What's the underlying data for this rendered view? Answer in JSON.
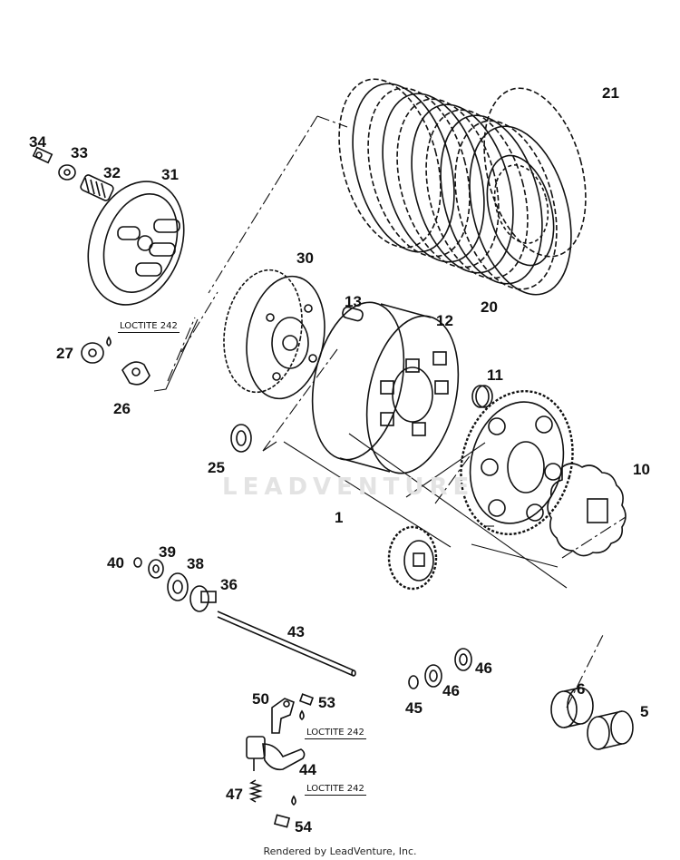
{
  "labels": {
    "l1": "1",
    "l5": "5",
    "l6": "6",
    "l10": "10",
    "l11": "11",
    "l12": "12",
    "l13": "13",
    "l20": "20",
    "l21": "21",
    "l25": "25",
    "l26": "26",
    "l27": "27",
    "l30": "30",
    "l31": "31",
    "l32": "32",
    "l33": "33",
    "l34": "34",
    "l36": "36",
    "l38": "38",
    "l39": "39",
    "l40": "40",
    "l43": "43",
    "l44": "44",
    "l45": "45",
    "l46a": "46",
    "l46b": "46",
    "l47": "47",
    "l50": "50",
    "l53": "53",
    "l54": "54"
  },
  "loctite": {
    "a": "LOCTITE 242",
    "b": "LOCTITE 242",
    "c": "LOCTITE 242"
  },
  "watermark": "LEADVENTURE",
  "footer": "Rendered by LeadVenture, Inc.",
  "colors": {
    "ink": "#111111",
    "background": "#ffffff",
    "watermark": "#e3e3e3"
  }
}
